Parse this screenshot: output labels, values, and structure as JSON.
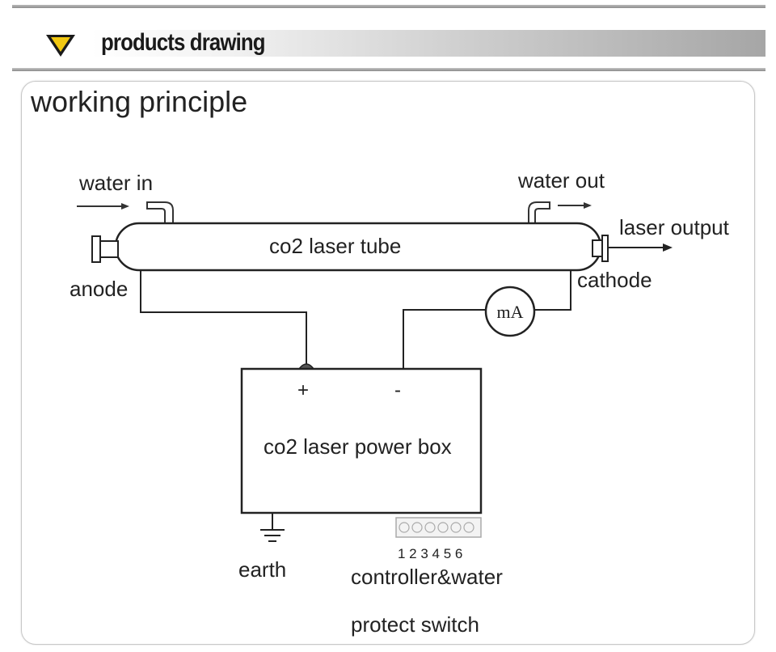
{
  "header": {
    "title": "products drawing",
    "icon": "chevron-down-triangle-icon",
    "accent_color": "#f2c811"
  },
  "diagram": {
    "title": "working principle",
    "labels": {
      "water_in": "water in",
      "water_out": "water out",
      "laser_output": "laser output",
      "tube": "co2 laser tube",
      "anode": "anode",
      "cathode": "cathode",
      "meter": "mA",
      "plus": "+",
      "minus": "-",
      "power_box": "co2 laser power box",
      "earth": "earth",
      "switch_numbers": "1 2 3 4 5 6",
      "controller_line1": "controller&water",
      "controller_line2": "protect switch"
    }
  }
}
